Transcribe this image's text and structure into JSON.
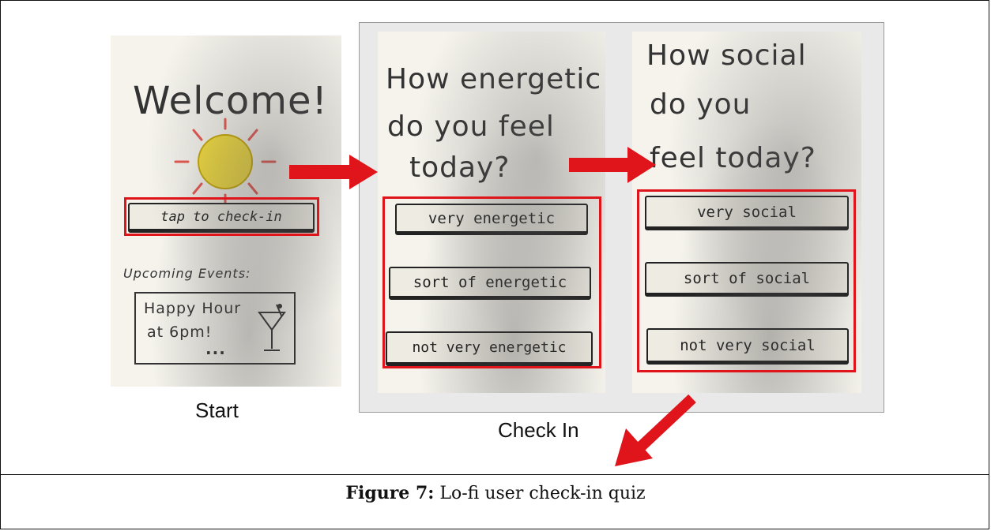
{
  "screens": {
    "start": {
      "welcome": "Welcome!",
      "cta": "tap to check-in",
      "upcoming_label": "Upcoming Events:",
      "event_line1": "Happy Hour",
      "event_line2": "at 6pm!",
      "event_more": "...",
      "label": "Start"
    },
    "energy": {
      "question_line1": "How energetic",
      "question_line2": "do you feel",
      "question_line3": "today?",
      "options": [
        "very energetic",
        "sort of energetic",
        "not very energetic"
      ]
    },
    "social": {
      "question_line1": "How social",
      "question_line2": "do you",
      "question_line3": "feel today?",
      "options": [
        "very social",
        "sort of social",
        "not very social"
      ]
    },
    "group_label": "Check In"
  },
  "caption": {
    "figure_label": "Figure 7:",
    "text": " Lo-fi user check-in quiz"
  },
  "colors": {
    "highlight": "#e0141b",
    "sun": "#f3dc3c",
    "sun_rays": "#e8554e"
  }
}
